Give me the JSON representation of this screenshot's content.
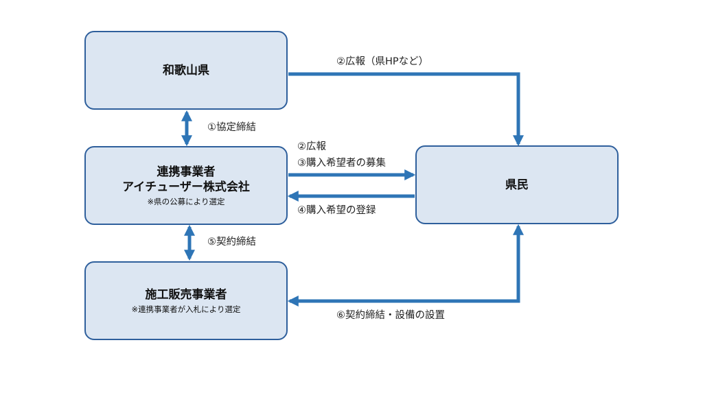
{
  "colors": {
    "box_fill": "#dce6f2",
    "box_border": "#2e5f9c",
    "arrow": "#2e75b6",
    "background": "#ffffff"
  },
  "boxes": {
    "wakayama": {
      "title": "和歌山県"
    },
    "partner": {
      "title_line1": "連携事業者",
      "title_line2": "アイチューザー株式会社",
      "note": "※県の公募により選定"
    },
    "kenmin": {
      "title": "県民"
    },
    "installer": {
      "title": "施工販売事業者",
      "note": "※連携事業者が入札により選定"
    }
  },
  "labels": {
    "pr_prefecture": "②広報（県HPなど）",
    "agreement": "①協定締結",
    "pr": "②広報",
    "recruit_buyers": "③購入希望者の募集",
    "register_purchase": "④購入希望の登録",
    "contract": "⑤契約締結",
    "contract_install": "⑥契約締結・設備の設置"
  }
}
